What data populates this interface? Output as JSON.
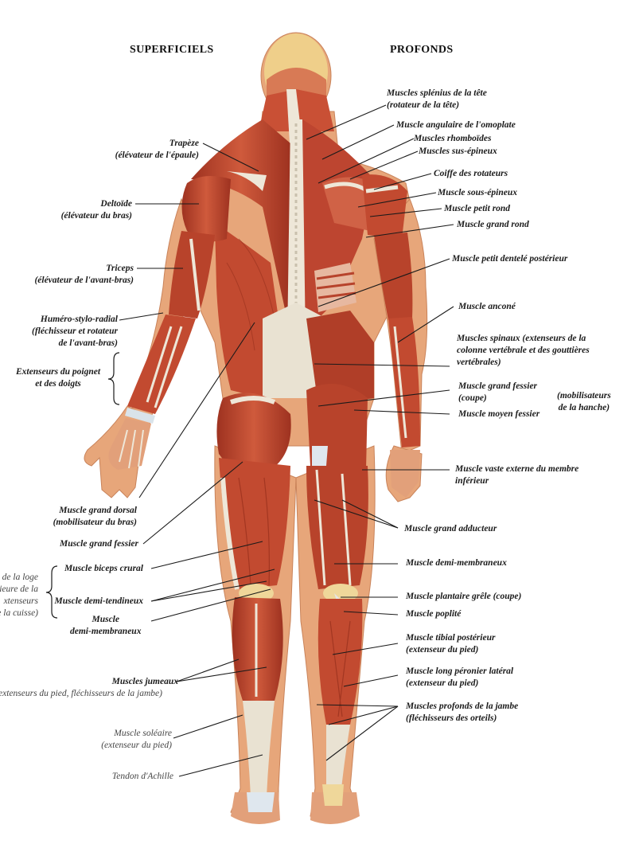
{
  "headers": {
    "left": "SUPERFICIELS",
    "right": "PROFONDS"
  },
  "left_labels": {
    "trapeze": [
      "Trapèze",
      "(élévateur de l'épaule)"
    ],
    "deltoide": [
      "Deltoïde",
      "(élévateur du bras)"
    ],
    "triceps": [
      "Triceps",
      "(élévateur de l'avant-bras)"
    ],
    "humero": [
      "Huméro-stylo-radial",
      "(fléchisseur et rotateur",
      "de l'avant-bras)"
    ],
    "extenseurs": [
      "Extenseurs du poignet",
      "et des doigts"
    ],
    "grand_dorsal": [
      "Muscle grand dorsal",
      "(mobilisateur du bras)"
    ],
    "grand_fessier": [
      "Muscle grand fessier"
    ],
    "loge": [
      "s de la loge",
      "ieure de la",
      "xtenseurs",
      "e la cuisse)"
    ],
    "biceps": [
      "Muscle biceps crural"
    ],
    "demi_tendineux": [
      "Muscle demi-tendineux"
    ],
    "demi_membraneux": [
      "Muscle",
      "demi-membraneux"
    ],
    "jumeaux": [
      "Muscles jumeaux",
      "extenseurs du pied, fléchisseurs de la jambe)"
    ],
    "soleaire": [
      "Muscle soléaire",
      "(extenseur du pied)"
    ],
    "achille": [
      "Tendon d'Achille"
    ]
  },
  "right_labels": {
    "splenius": [
      "Muscles splénius de la tête",
      "(rotateur de la tête)"
    ],
    "angulaire": [
      "Muscle angulaire de l'omoplate"
    ],
    "rhomboides": [
      "Muscles rhomboïdes"
    ],
    "sus_epineux": [
      "Muscles sus-épineux"
    ],
    "coiffe": [
      "Coiffe des rotateurs"
    ],
    "sous_epineux": [
      "Muscle sous-épineux"
    ],
    "petit_rond": [
      "Muscle petit rond"
    ],
    "grand_rond": [
      "Muscle grand rond"
    ],
    "petit_dentele": [
      "Muscle petit dentelé postérieur"
    ],
    "ancone": [
      "Muscle anconé"
    ],
    "spinaux": [
      "Muscles spinaux (extenseurs de la",
      "colonne vertébrale et des gouttières",
      "vertébrales)"
    ],
    "grand_fessier_coupe": [
      "Muscle grand fessier",
      "(coupe)"
    ],
    "mobilisateurs": [
      "(mobilisateurs",
      "de la hanche)"
    ],
    "moyen_fessier": [
      "Muscle moyen fessier"
    ],
    "vaste_externe": [
      "Muscle vaste externe du membre",
      "inférieur"
    ],
    "grand_adducteur": [
      "Muscle grand adducteur"
    ],
    "demi_membraneux_r": [
      "Muscle demi-membraneux"
    ],
    "plantaire": [
      "Muscle plantaire grêle (coupe)"
    ],
    "poplite": [
      "Muscle poplité"
    ],
    "tibial": [
      "Muscle tibial postérieur",
      "(extenseur du pied)"
    ],
    "peronier": [
      "Muscle long péronier latéral",
      "(extenseur du pied)"
    ],
    "profonds_jambe": [
      "Muscles profonds de la jambe",
      "(fléchisseurs des orteils)"
    ]
  },
  "colors": {
    "muscle": "#c2452d",
    "muscle_dark": "#8e2a18",
    "tendon": "#ece6d8",
    "skin": "#e8a877",
    "bone": "#efd79a"
  }
}
